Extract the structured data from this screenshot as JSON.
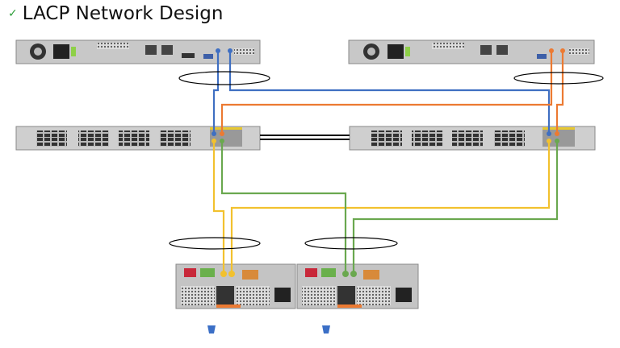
{
  "title": {
    "icon": "checkmark-icon",
    "text": "LACP Network Design"
  },
  "colors": {
    "title_check": "#2e9e3a",
    "cable_blue": "#3f6fc2",
    "cable_orange": "#ec7a32",
    "cable_yellow": "#f2c12e",
    "cable_green": "#6aa84f",
    "isl_link": "#000000",
    "device_chassis": "#c8c8c8",
    "bucket_icon": "#3b6fc6"
  },
  "diagram": {
    "devices": [
      {
        "id": "server-1",
        "type": "rack-server"
      },
      {
        "id": "server-2",
        "type": "rack-server"
      },
      {
        "id": "switch-1",
        "type": "network-switch"
      },
      {
        "id": "switch-2",
        "type": "network-switch"
      },
      {
        "id": "storage-controller-a",
        "type": "storage-controller"
      },
      {
        "id": "storage-controller-b",
        "type": "storage-controller"
      }
    ],
    "lacp_groups": [
      "server-1",
      "server-2",
      "storage-controller-a",
      "storage-controller-b"
    ],
    "links": [
      {
        "from": "server-1",
        "to": "switch-1",
        "color": "blue"
      },
      {
        "from": "server-1",
        "to": "switch-2",
        "color": "blue"
      },
      {
        "from": "server-2",
        "to": "switch-1",
        "color": "orange"
      },
      {
        "from": "server-2",
        "to": "switch-2",
        "color": "orange"
      },
      {
        "from": "switch-1",
        "to": "storage-controller-a",
        "color": "yellow"
      },
      {
        "from": "switch-2",
        "to": "storage-controller-a",
        "color": "yellow"
      },
      {
        "from": "switch-1",
        "to": "storage-controller-b",
        "color": "green"
      },
      {
        "from": "switch-2",
        "to": "storage-controller-b",
        "color": "green"
      },
      {
        "from": "switch-1",
        "to": "switch-2",
        "color": "black",
        "kind": "inter-switch-link"
      }
    ],
    "icons": [
      "bucket-icon",
      "bucket-icon"
    ]
  }
}
